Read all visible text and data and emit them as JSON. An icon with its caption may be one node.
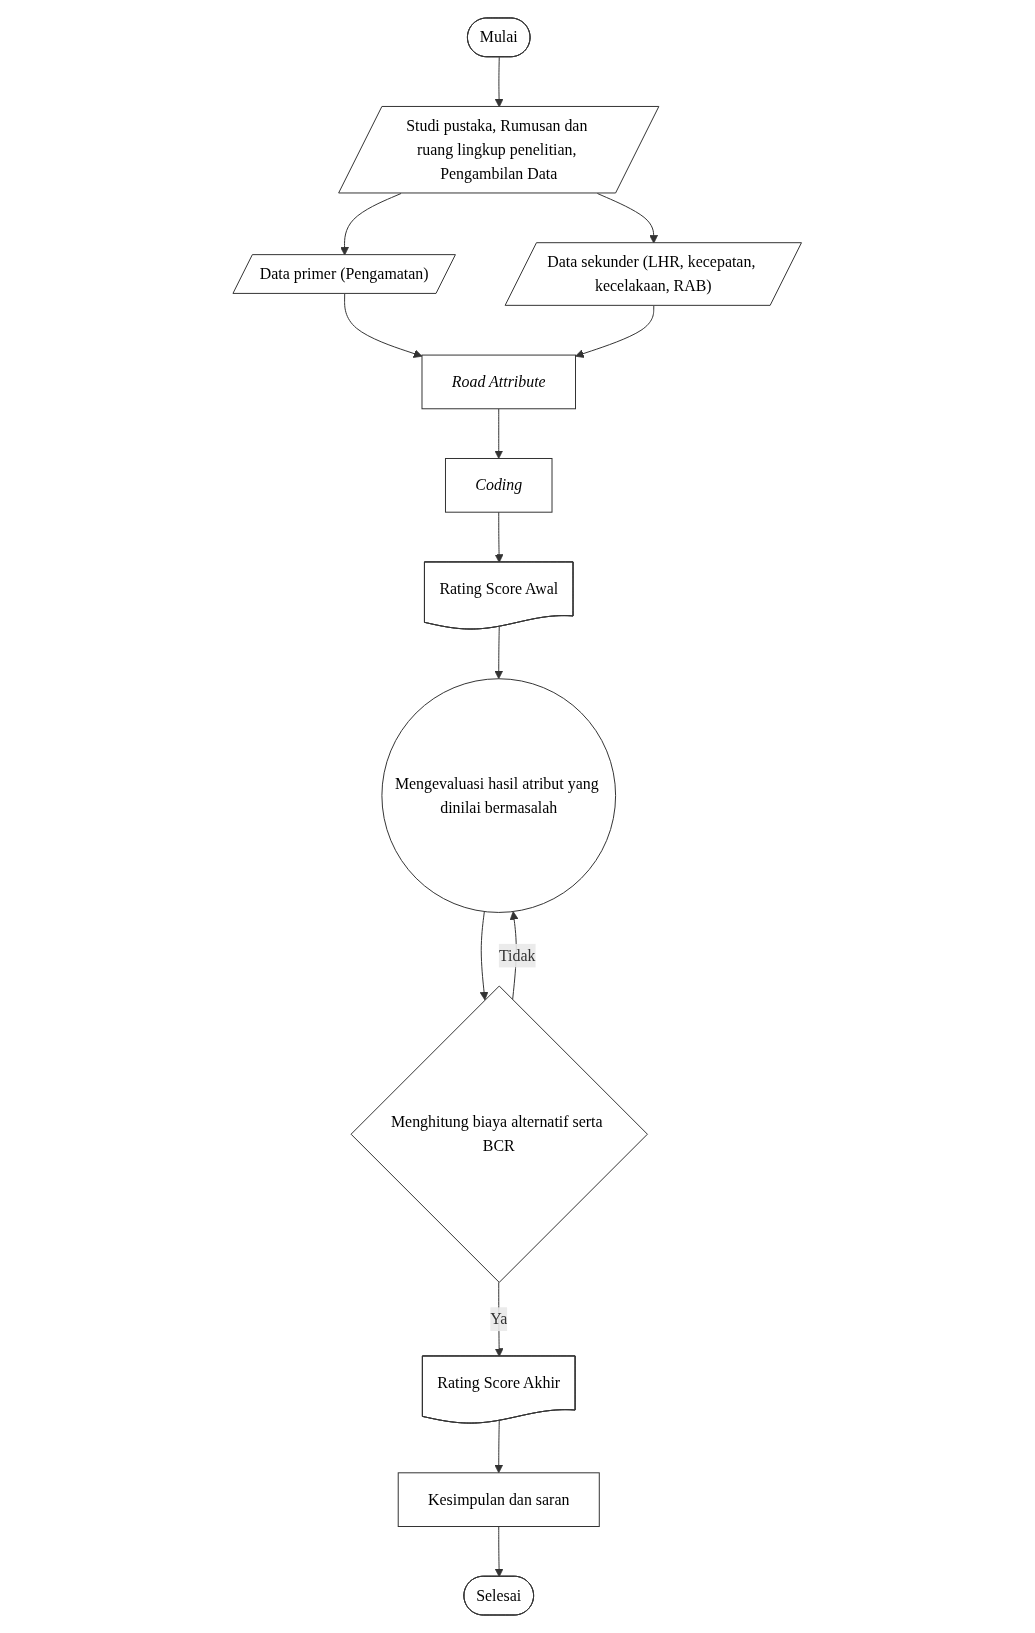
{
  "diagram": {
    "nodes": [
      {
        "text": [
          "Mulai"
        ]
      },
      {
        "text": [
          "Studi pustaka, Rumusan dan ruang lingkup penelitian, Pengambilan Data"
        ]
      },
      {
        "text": [
          "Data primer (Pengamatan)"
        ]
      },
      {
        "text": [
          "Data sekunder (LHR, kecepatan, kecelakaan, RAB)"
        ]
      },
      {
        "text": [
          "Road Attribute"
        ]
      },
      {
        "text": [
          "Coding"
        ]
      },
      {
        "text": [
          "Rating Score Awal"
        ]
      },
      {
        "text": [
          "Mengevaluasi hasil atribut yang dinilai bermasalah"
        ]
      },
      {
        "text": [
          "Menghitung biaya alternatif serta BCR"
        ]
      },
      {
        "text": [
          "Rating Score Akhir"
        ]
      },
      {
        "text": [
          "Kesimpulan dan saran"
        ]
      },
      {
        "text": [
          "Selesai"
        ]
      }
    ],
    "edges": [
      {
        "from": 0,
        "to": 1,
        "arrow": "to"
      },
      {
        "from": 1,
        "to": 2,
        "arrow": "to"
      },
      {
        "from": 1,
        "to": 3,
        "arrow": "to"
      },
      {
        "from": 2,
        "to": 4,
        "arrow": "to"
      },
      {
        "from": 3,
        "to": 4,
        "arrow": "to"
      },
      {
        "from": 4,
        "to": 5,
        "arrow": "to"
      },
      {
        "from": 5,
        "to": 6,
        "arrow": "to"
      },
      {
        "from": 6,
        "to": 7,
        "arrow": "to"
      },
      {
        "from": 7,
        "to": 8,
        "arrow": "to"
      },
      {
        "from": 8,
        "to": 7,
        "arrow": "to",
        "label": "Tidak"
      },
      {
        "from": 8,
        "to": 9,
        "arrow": "to",
        "label": "Ya"
      },
      {
        "from": 9,
        "to": 10,
        "arrow": "to"
      },
      {
        "from": 10,
        "to": 11,
        "arrow": "to"
      }
    ]
  }
}
